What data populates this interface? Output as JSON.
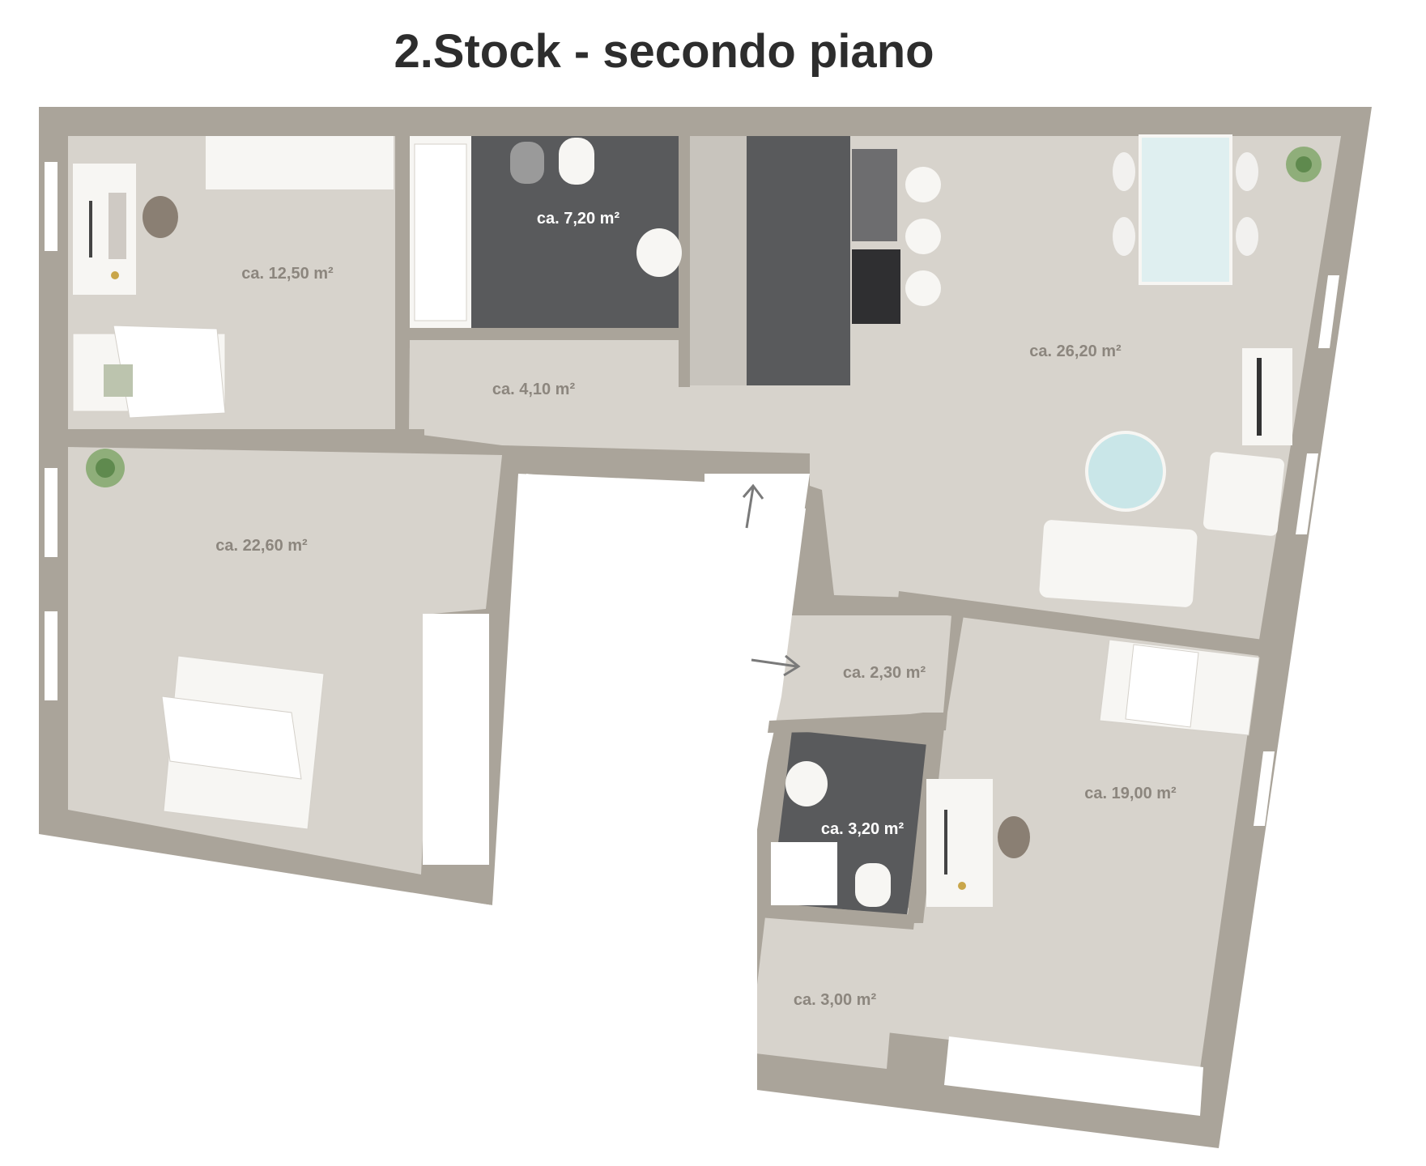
{
  "title": "2.Stock - secondo piano",
  "rooms": [
    {
      "id": "bedroom-small",
      "area": "ca. 12,50 m²"
    },
    {
      "id": "bathroom-main",
      "area": "ca. 7,20 m²"
    },
    {
      "id": "hallway",
      "area": "ca. 4,10 m²"
    },
    {
      "id": "living-kitchen",
      "area": "ca. 26,20 m²"
    },
    {
      "id": "bedroom-master",
      "area": "ca. 22,60 m²"
    },
    {
      "id": "hall-small",
      "area": "ca. 2,30 m²"
    },
    {
      "id": "bedroom-second",
      "area": "ca. 19,00 m²"
    },
    {
      "id": "bathroom-small",
      "area": "ca. 3,20 m²"
    },
    {
      "id": "storage",
      "area": "ca. 3,00 m²"
    }
  ],
  "colors": {
    "wall": "#aaa49a",
    "floor": "#d7d3cc",
    "bathroom_floor": "#595a5c",
    "furniture": "#f7f6f3",
    "title": "#2d2d2d",
    "label": "#8c867e"
  },
  "icons": [
    "bed-icon",
    "desk-icon",
    "chair-icon",
    "plant-icon",
    "bathtub-icon",
    "toilet-icon",
    "sink-icon",
    "stove-icon",
    "sofa-icon",
    "armchair-icon",
    "round-table-icon",
    "dining-table-icon",
    "wardrobe-icon",
    "tv-icon",
    "entrance-arrow-icon"
  ]
}
